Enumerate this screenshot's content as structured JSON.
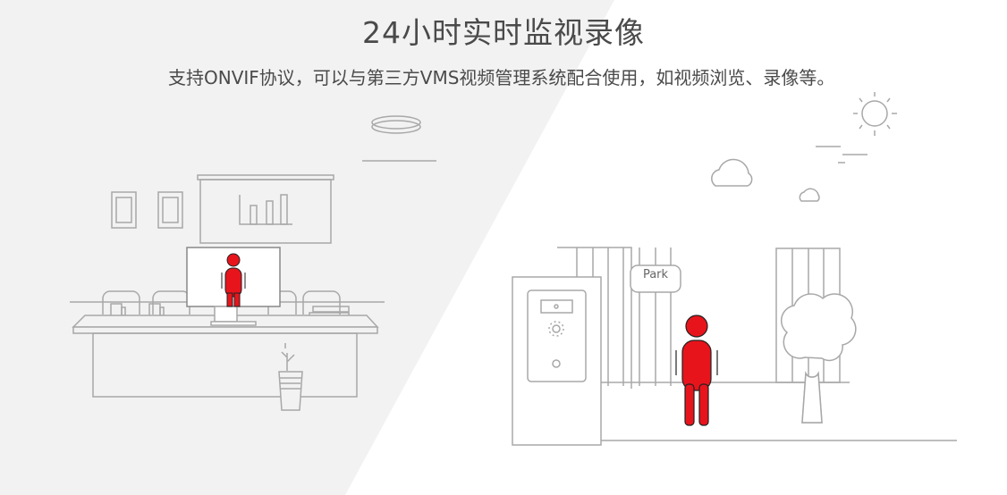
{
  "header": {
    "title": "24小时实时监视录像",
    "subtitle": "支持ONVIF协议，可以与第三方VMS视频管理系统配合使用，如视频浏览、录像等。"
  },
  "scene_left": {
    "description": "office-scene",
    "person_color": "#e8141c"
  },
  "scene_right": {
    "sign_label": "Park",
    "person_color": "#e8141c"
  },
  "colors": {
    "background_left": "#f2f2f2",
    "background_right": "#ffffff",
    "line": "#a8a8a8",
    "text": "#4a4a4a",
    "accent": "#e8141c"
  }
}
